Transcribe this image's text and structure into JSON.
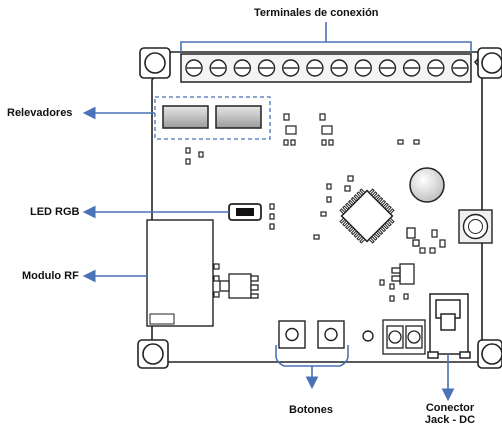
{
  "labels": {
    "terminals": "Terminales de conexión",
    "relays": "Relevadores",
    "led_rgb": "LED RGB",
    "rf_module": "Modulo RF",
    "buttons": "Botones",
    "connector_line1": "Conector",
    "connector_line2": "Jack - DC"
  },
  "colors": {
    "board_fill": "#ffffff",
    "board_stroke": "#222222",
    "annotation_arrow": "#4a72b8",
    "relay_group_outline": "#4a72b8",
    "relay_fill": "#c8c8c8"
  },
  "terminal_screw_count": 12
}
